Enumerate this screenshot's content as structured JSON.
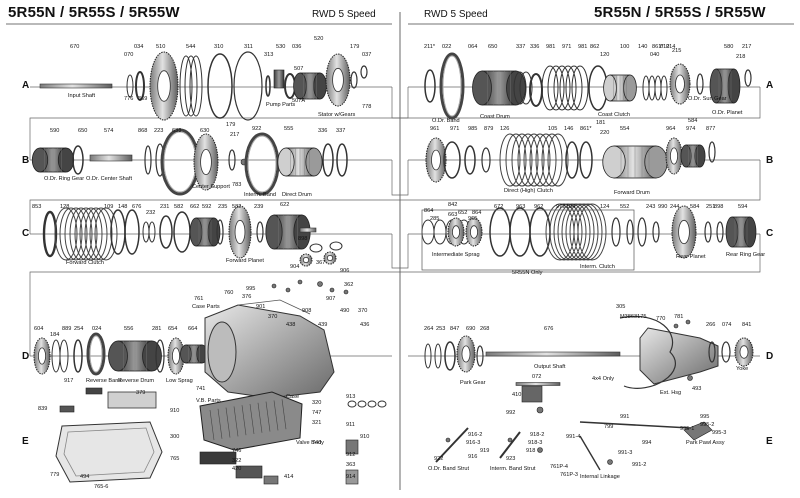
{
  "header": {
    "title_left": "5R55N / 5R55S / 5R55W",
    "title_right": "5R55N / 5R55S / 5R55W",
    "subtitle_left": "RWD 5 Speed",
    "subtitle_right": "RWD 5 Speed"
  },
  "rows": {
    "left": [
      "A",
      "B",
      "C",
      "D",
      "E"
    ],
    "right": [
      "A",
      "B",
      "C",
      "D",
      "E"
    ]
  },
  "numbers": {
    "a_left": [
      "670",
      "070",
      "034",
      "510",
      "544",
      "310",
      "311",
      "313",
      "530",
      "036",
      "520",
      "179",
      "037",
      "776",
      "369",
      "507",
      "507A",
      "778"
    ],
    "a_right": [
      "211*",
      "022",
      "064",
      "650",
      "337",
      "336",
      "981",
      "971",
      "981",
      "862",
      "120",
      "100",
      "140",
      "861*",
      "214",
      "040",
      "610",
      "215",
      "580",
      "217",
      "218"
    ],
    "b_left": [
      "590",
      "650",
      "574",
      "868",
      "223",
      "633",
      "630",
      "179",
      "217",
      "922",
      "555",
      "336",
      "337",
      "783"
    ],
    "b_right": [
      "961",
      "971",
      "985",
      "879",
      "126",
      "105",
      "146",
      "861*",
      "181",
      "220",
      "554",
      "964",
      "974",
      "877",
      "584"
    ],
    "c_left": [
      "853",
      "128",
      "109",
      "148",
      "676",
      "232",
      "231",
      "582",
      "662",
      "592",
      "235",
      "582",
      "239",
      "622"
    ],
    "c_right": [
      "864",
      "842",
      "285",
      "663",
      "652",
      "864",
      "965",
      "672",
      "963",
      "962",
      "972",
      "104",
      "124",
      "552",
      "243",
      "990",
      "244",
      "584",
      "251",
      "898",
      "594"
    ],
    "d_left": [
      "604",
      "184",
      "889",
      "254",
      "024",
      "556",
      "281",
      "654",
      "664",
      "761",
      "760",
      "995",
      "376",
      "898",
      "904",
      "367",
      "906",
      "362",
      "907",
      "901",
      "370",
      "908",
      "438",
      "439",
      "490",
      "370",
      "436"
    ],
    "d_right": [
      "264",
      "253",
      "847",
      "690",
      "268",
      "676",
      "305",
      "M3863175",
      "770",
      "781",
      "266",
      "074",
      "841",
      "072",
      "410",
      "493"
    ],
    "e_left": [
      "917",
      "379",
      "839",
      "910",
      "741",
      "300",
      "779",
      "494",
      "765-6",
      "765",
      "746",
      "322",
      "420",
      "414",
      "320",
      "747",
      "321",
      "740",
      "913",
      "911",
      "910",
      "912",
      "363",
      "914"
    ],
    "e_right": [
      "991",
      "992",
      "799",
      "994",
      "995",
      "995-1",
      "995-2",
      "995-3",
      "991-4",
      "991-3",
      "991-2",
      "916-2",
      "916-3",
      "919",
      "916",
      "922",
      "918-2",
      "918-3",
      "918",
      "923",
      "761P-4",
      "761P-3"
    ]
  },
  "labels": {
    "input_shaft": "Input Shaft",
    "pump_parts": "Pump Parts",
    "stator_gears": "Stator w/Gears",
    "od_band": "O.Dr. Band",
    "coast_drum": "Coast Drum",
    "coast_clutch": "Coast Clutch",
    "od_sun_gear": "O.Dr. Sun Gear",
    "od_planet": "O.Dr. Planet",
    "od_ring_gear": "O.Dr. Ring Gear",
    "od_center_shaft": "O.Dr. Center Shaft",
    "center_support": "Center Support",
    "interm_band": "Interm. Band",
    "direct_drum": "Direct Drum",
    "direct_high_clutch": "Direct (High) Clutch",
    "forward_drum": "Forward Drum",
    "forward_clutch": "Forward Clutch",
    "forward_planet": "Forward Planet",
    "intermediate_sprag": "Intermediate Sprag",
    "interm_clutch": "Interm. Clutch",
    "rear_planet": "Rear Planet",
    "rear_ring_gear": "Rear Ring Gear",
    "only_5r55n": "5R55N Only",
    "reverse_band": "Reverse Band",
    "reverse_drum": "Reverse Drum",
    "low_sprag": "Low Sprag",
    "case_parts": "Case Parts",
    "case": "Case",
    "vb_parts": "V.B. Parts",
    "valve_body": "Valve Body",
    "park_gear": "Park Gear",
    "output_shaft": "Output Shaft",
    "four_x4_only": "4x4 Only",
    "ext_hsg": "Ext. Hsg",
    "yoke": "Yoke",
    "od_band_strut": "O.Dr. Band Strut",
    "interm_band_strut": "Interm. Band Strut",
    "internal_linkage": "Internal Linkage",
    "park_pawl_assy": "Park Pawl Assy"
  },
  "colors": {
    "line": "#222222",
    "metal_dark": "#555555",
    "metal_mid": "#9a9a9a",
    "metal_light": "#d4d4d4",
    "accent": "#b03030"
  }
}
